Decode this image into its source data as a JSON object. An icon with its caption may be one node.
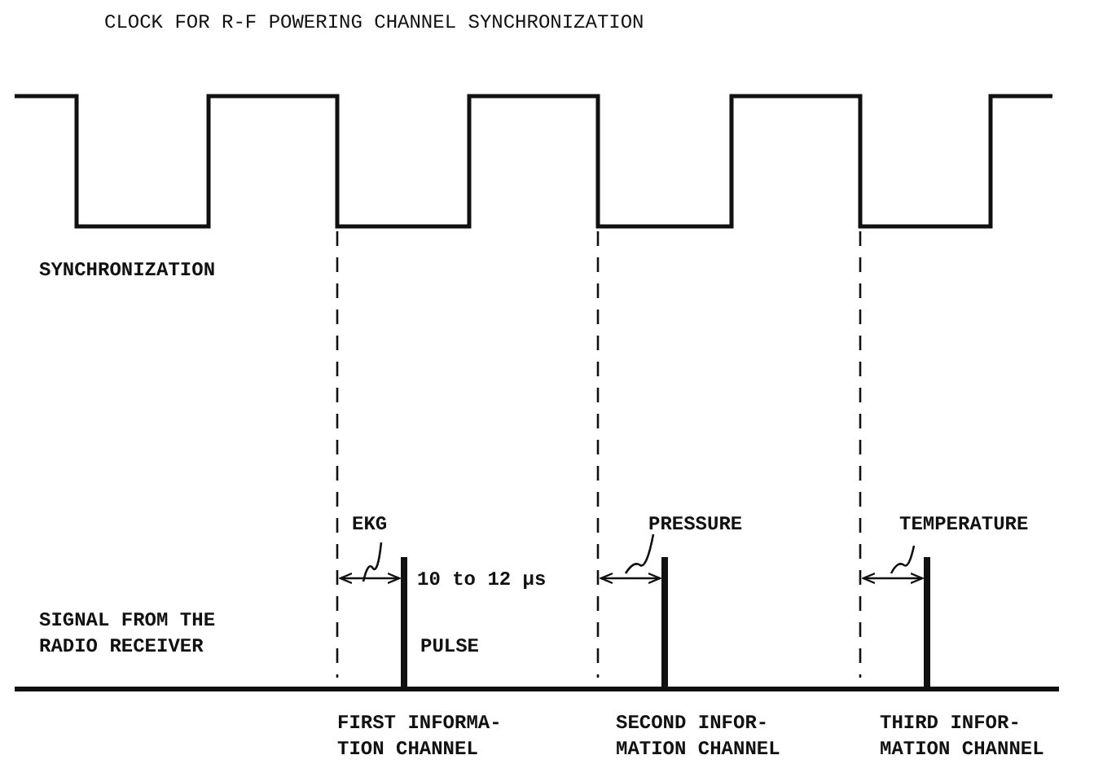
{
  "diagram": {
    "title": "CLOCK FOR R-F POWERING CHANNEL SYNCHRONIZATION",
    "labels": [
      "SYNCHRONIZATION",
      "EKG",
      "PRESSURE",
      "TEMPERATURE",
      "10 to 12 μs",
      "SIGNAL FROM THE RADIO RECEIVER",
      "PULSE",
      "FIRST INFORMA- TION CHANNEL",
      "SECOND INFOR- MATION CHANNEL",
      "THIRD INFOR- MATION CHANNEL"
    ]
  }
}
